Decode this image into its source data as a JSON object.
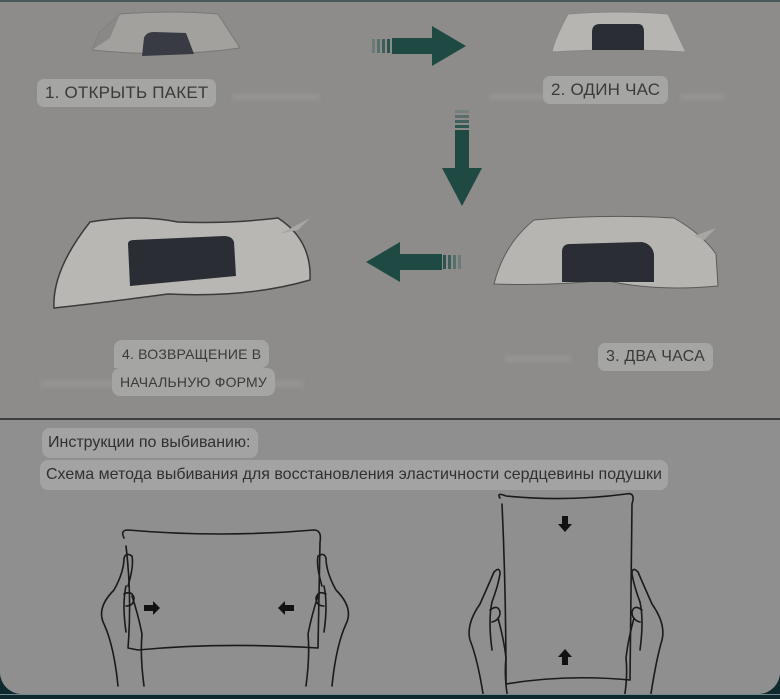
{
  "steps": [
    {
      "number": 1,
      "label": "1. ОТКРЫТЬ ПАКЕТ"
    },
    {
      "number": 2,
      "label": "2. ОДИН ЧАС"
    },
    {
      "number": 3,
      "label": "3. ДВА ЧАСА"
    },
    {
      "number": 4,
      "label_line1": "4. ВОЗВРАЩЕНИЕ В",
      "label_line2": "НАЧАЛЬНУЮ ФОРМУ"
    }
  ],
  "arrows": [
    {
      "from": 1,
      "to": 2,
      "direction": "right"
    },
    {
      "from": 2,
      "to": 3,
      "direction": "down"
    },
    {
      "from": 3,
      "to": 4,
      "direction": "left"
    }
  ],
  "instructions": {
    "title": "Инструкции по выбиванию:",
    "subtitle": "Схема метода выбивания для восстановления эластичности сердцевины подушки"
  },
  "diagrams": [
    {
      "name": "horizontal-squeeze",
      "arrows": [
        "right",
        "left"
      ]
    },
    {
      "name": "vertical-squeeze",
      "arrows": [
        "down",
        "up"
      ]
    }
  ],
  "colors": {
    "arrow": "#1f4a44",
    "pillow_body": "#b9b7b3",
    "pillow_panel": "#2b2d35",
    "background": "#8d8c8a",
    "label_bg": "#a5a5a3"
  }
}
